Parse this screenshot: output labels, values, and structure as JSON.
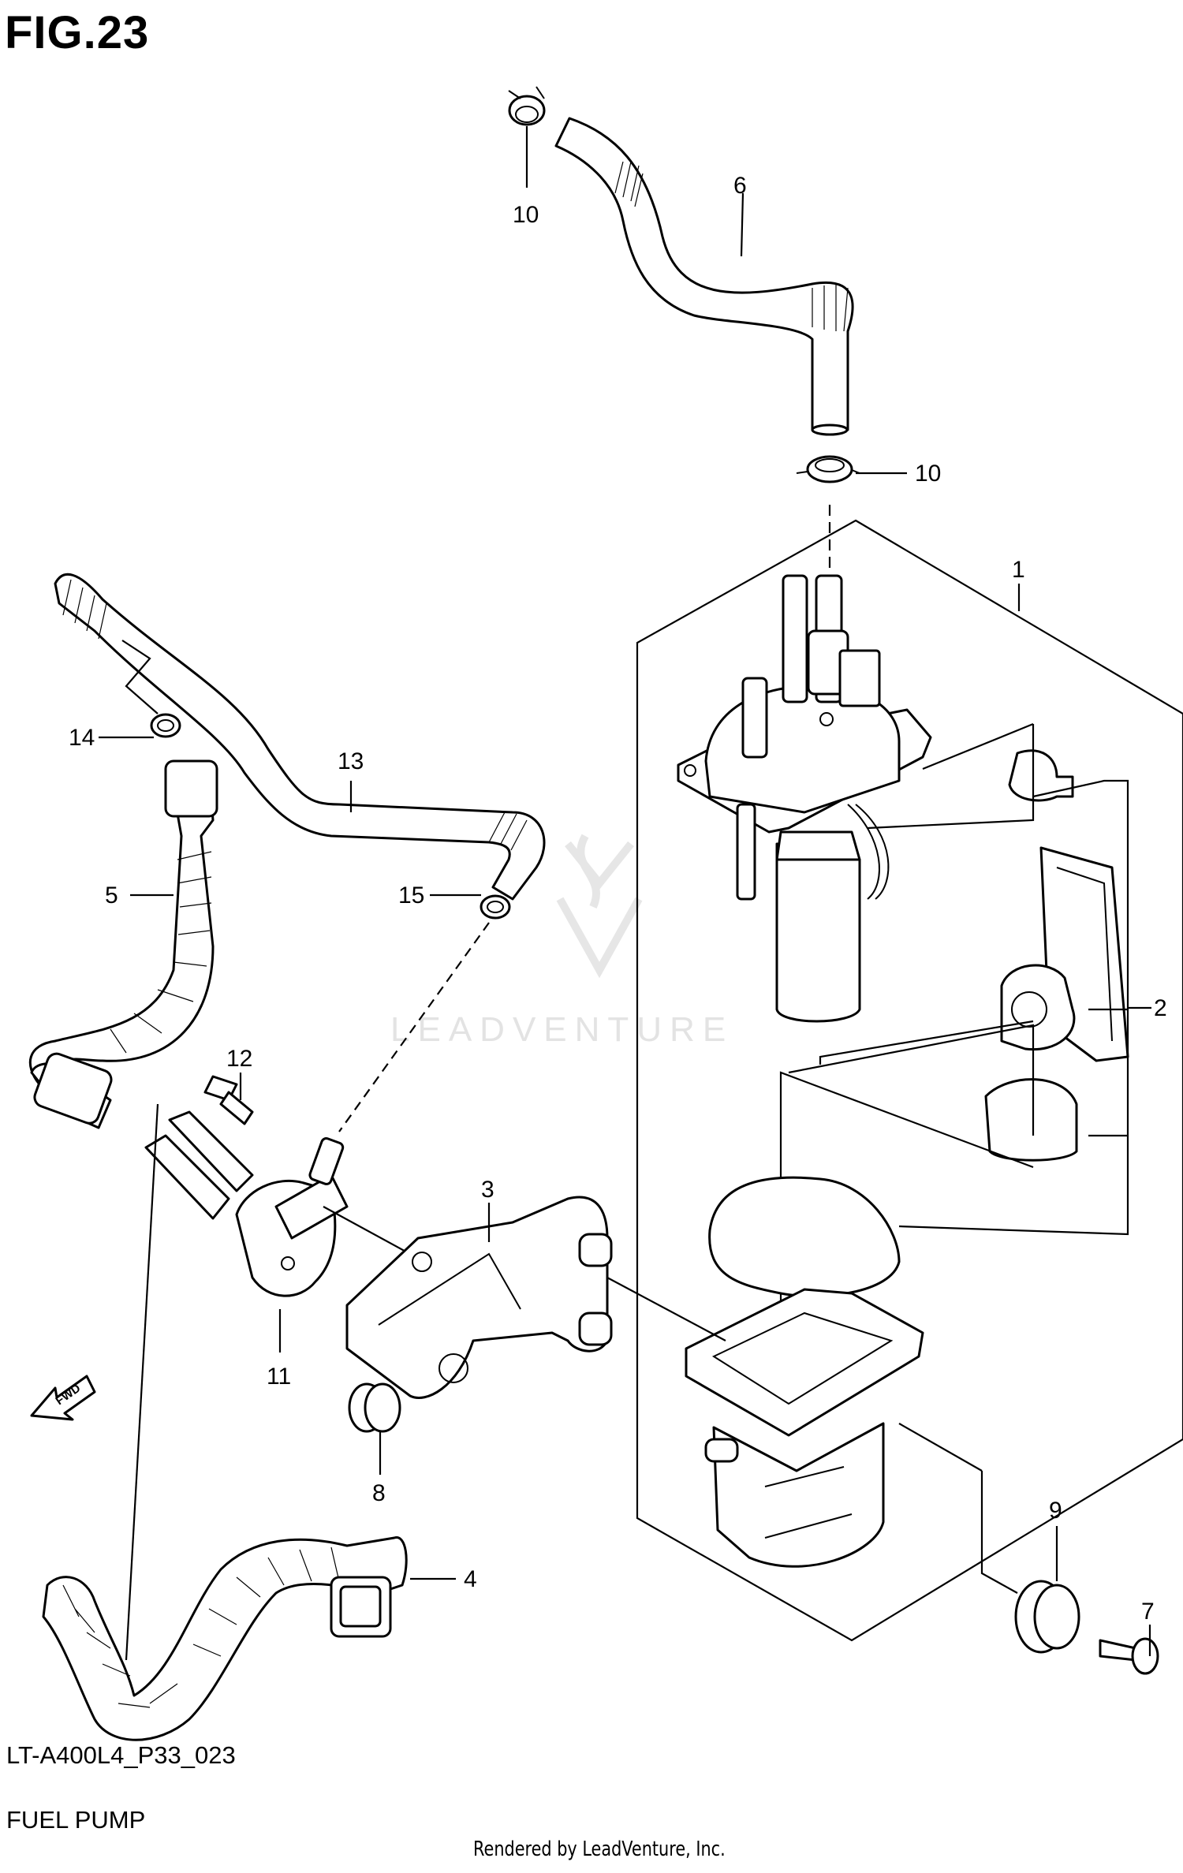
{
  "figure": {
    "title": "FIG.23",
    "code": "LT-A400L4_P33_023",
    "name": "FUEL PUMP",
    "credit": "Rendered by LeadVenture, Inc.",
    "watermark": "LEADVENTURE",
    "fwd_label": "FWD"
  },
  "callouts": {
    "c1": "1",
    "c2": "2",
    "c3": "3",
    "c4": "4",
    "c5": "5",
    "c6": "6",
    "c7": "7",
    "c8": "8",
    "c9": "9",
    "c10a": "10",
    "c10b": "10",
    "c11": "11",
    "c12": "12",
    "c13": "13",
    "c14": "14",
    "c15": "15"
  },
  "colors": {
    "ink": "#000000",
    "paper": "#ffffff",
    "watermark": "#e3e3e3"
  }
}
